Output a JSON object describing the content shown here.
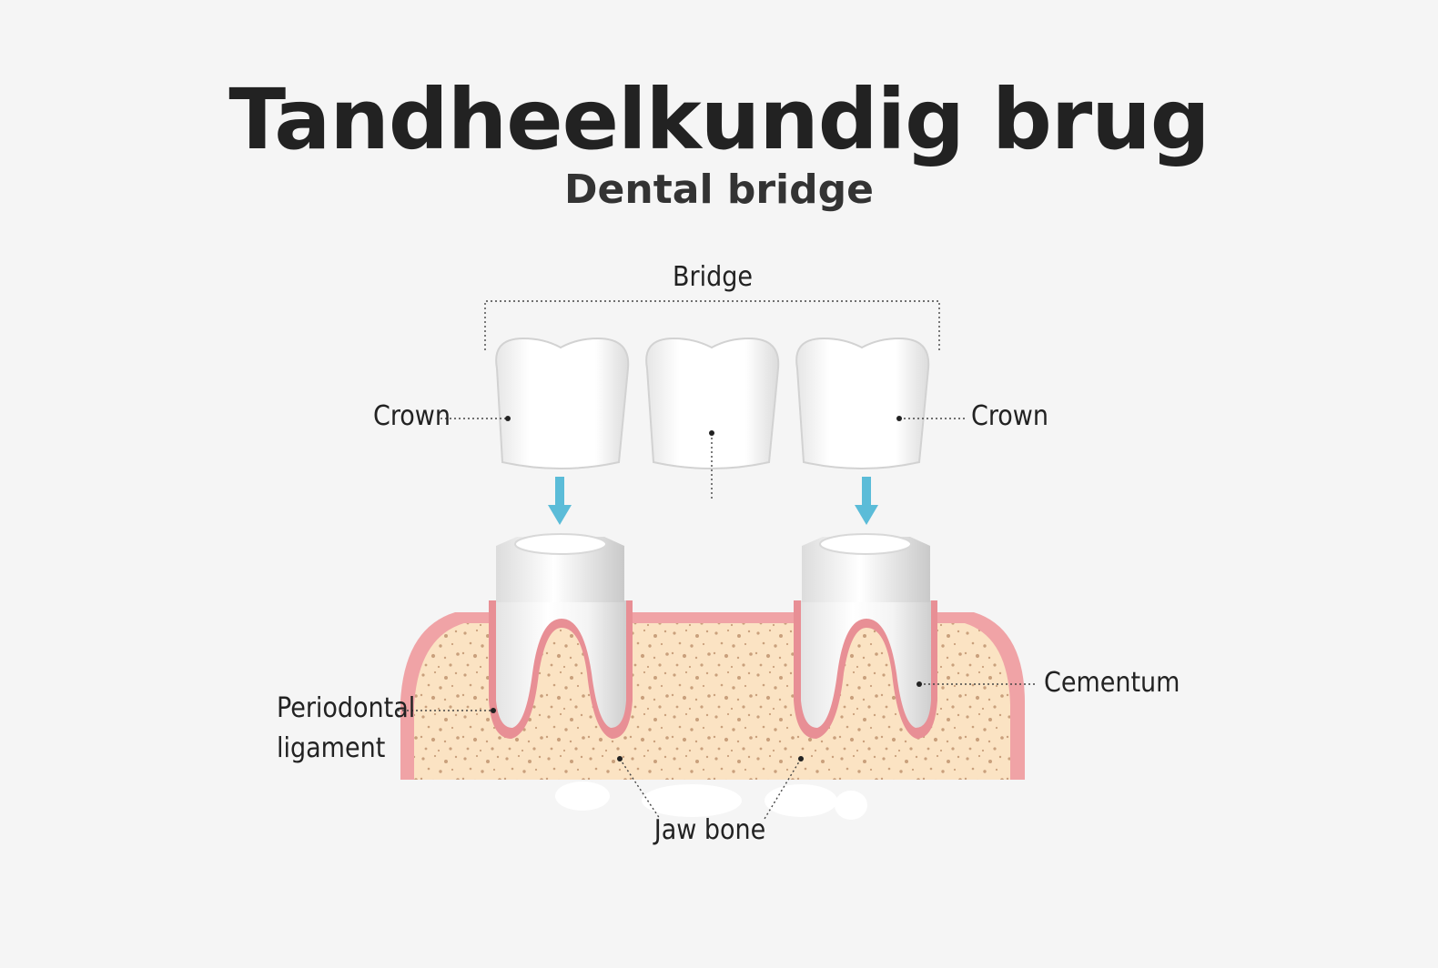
{
  "title": "Tandheelkundig brug",
  "subtitle": "Dental bridge",
  "labels": {
    "bridge": "Bridge",
    "crown_left": "Crown",
    "crown_right": "Crown",
    "periodontal_line1": "Periodontal",
    "periodontal_line2": "ligament",
    "cementum": "Cementum",
    "jaw_bone": "Jaw bone"
  },
  "colors": {
    "background": "#f5f5f5",
    "gum": "#f0a3a6",
    "bone": "#fbe3c3",
    "bone_speckle": "#c9a07c",
    "tooth": "#ffffff",
    "tooth_shade": "#d9d9d9",
    "arrow": "#5bbcd8",
    "text": "#222222"
  }
}
